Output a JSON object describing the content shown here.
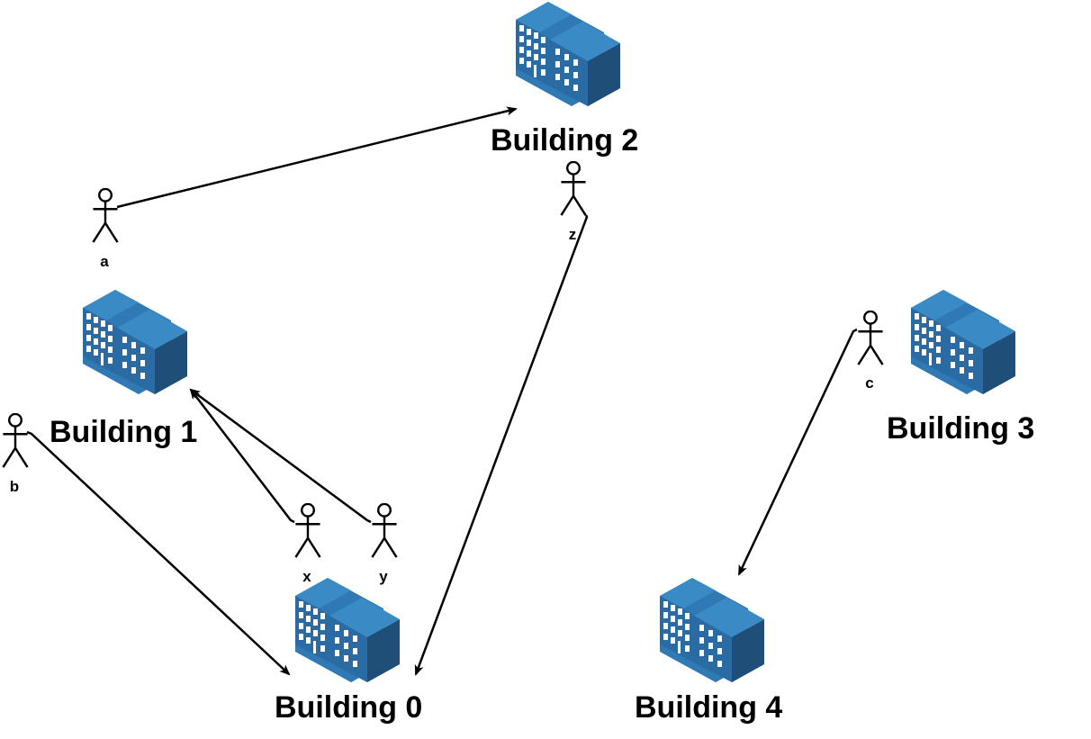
{
  "buildings": [
    {
      "id": "b0",
      "label": "Building 0"
    },
    {
      "id": "b1",
      "label": "Building 1"
    },
    {
      "id": "b2",
      "label": "Building 2"
    },
    {
      "id": "b3",
      "label": "Building 3"
    },
    {
      "id": "b4",
      "label": "Building 4"
    }
  ],
  "actors": [
    {
      "id": "a",
      "label": "a",
      "target": "Building 2"
    },
    {
      "id": "b",
      "label": "b",
      "target": "Building 0"
    },
    {
      "id": "c",
      "label": "c",
      "target": "Building 4"
    },
    {
      "id": "x",
      "label": "x",
      "target": "Building 1"
    },
    {
      "id": "y",
      "label": "y",
      "target": "Building 1"
    },
    {
      "id": "z",
      "label": "z",
      "target": "Building 0"
    }
  ],
  "colors": {
    "building_top": "#2a6496",
    "building_light": "#2f79b5",
    "building_dark": "#1f4e79",
    "window": "#ffffff",
    "line": "#000000"
  }
}
